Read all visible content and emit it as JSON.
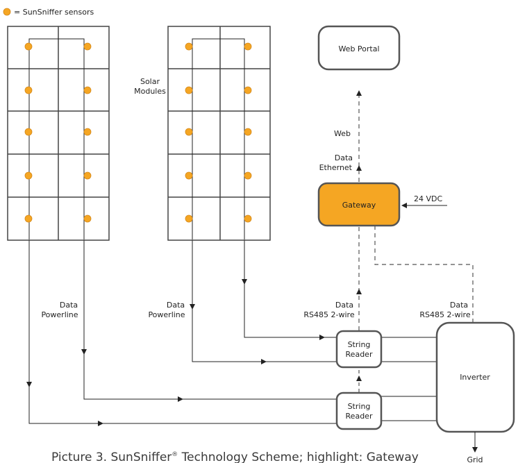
{
  "legend": {
    "text": "= SunSniffer sensors",
    "sensor_color": "#F5A623"
  },
  "labels": {
    "solar_modules_line1": "Solar",
    "solar_modules_line2": "Modules",
    "web": "Web",
    "data_ethernet_line1": "Data",
    "data_ethernet_line2": "Ethernet",
    "vdc": "24 VDC",
    "data_rs485_left_line1": "Data",
    "data_rs485_left_line2": "RS485 2-wire",
    "data_rs485_right_line1": "Data",
    "data_rs485_right_line2": "RS485 2-wire",
    "powerline_left_line1": "Data",
    "powerline_left_line2": "Powerline",
    "powerline_mid_line1": "Data",
    "powerline_mid_line2": "Powerline",
    "grid": "Grid"
  },
  "nodes": {
    "web_portal": "Web Portal",
    "gateway": "Gateway",
    "string_reader_top_line1": "String",
    "string_reader_top_line2": "Reader",
    "string_reader_bottom_line1": "String",
    "string_reader_bottom_line2": "Reader",
    "inverter": "Inverter"
  },
  "caption": {
    "prefix": "Picture 3. SunSniffer",
    "reg": "®",
    "suffix": " Technology Scheme; highlight: Gateway"
  },
  "colors": {
    "gateway_fill": "#F5A623",
    "box_stroke": "#555555",
    "line": "#222222",
    "module_stroke": "#444444"
  }
}
